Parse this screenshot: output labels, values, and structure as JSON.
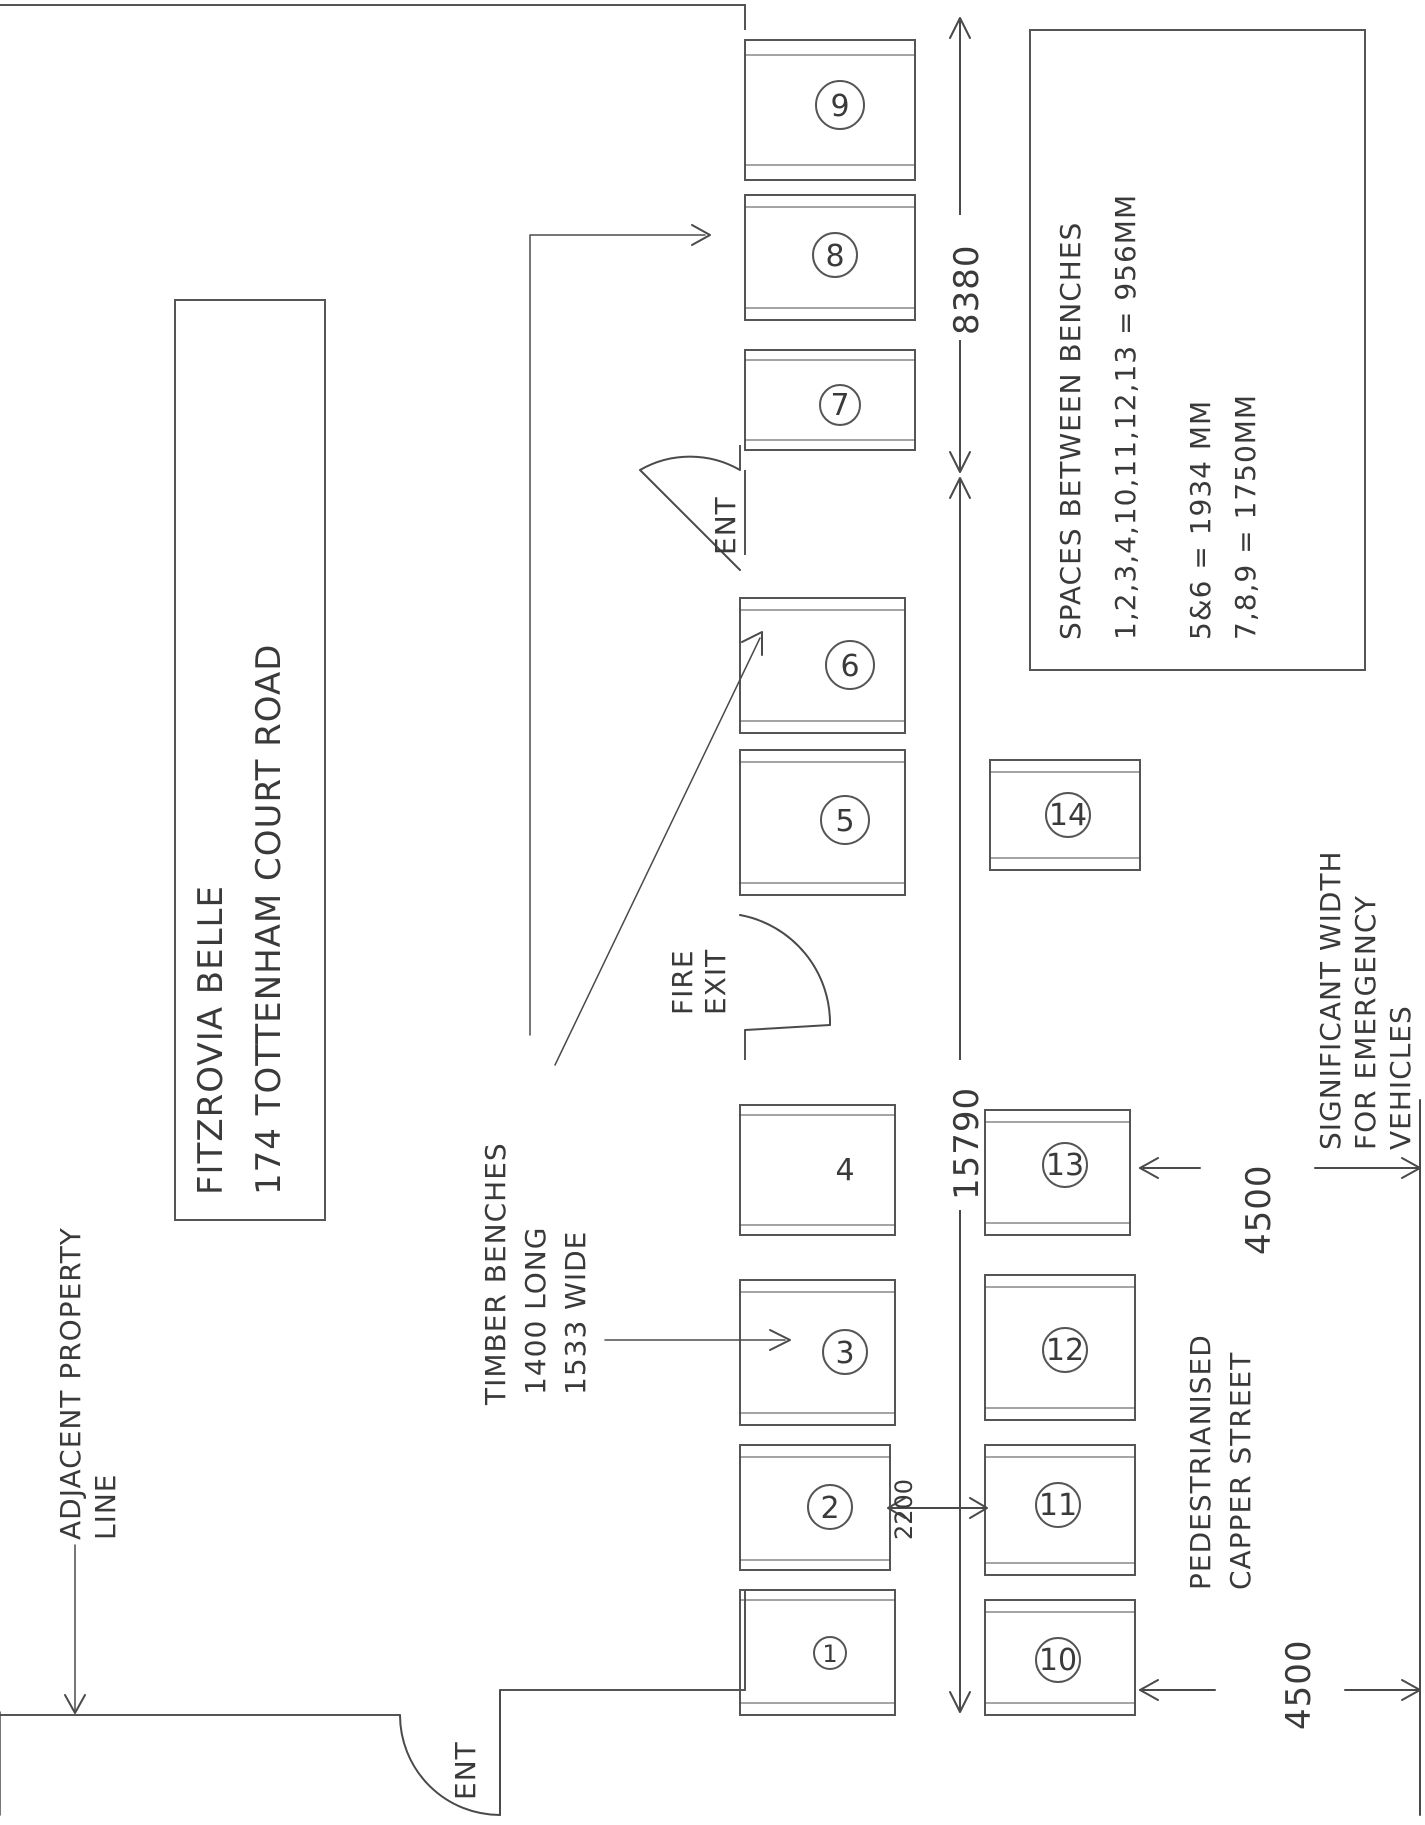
{
  "title": {
    "name": "FITZROVIA BELLE",
    "address": "174 TOTTENHAM COURT ROAD"
  },
  "labels": {
    "adjacent_1": "ADJACENT PROPERTY",
    "adjacent_2": "LINE",
    "timber_1": "TIMBER BENCHES",
    "timber_2": "1400 LONG",
    "timber_3": "1533 WIDE",
    "ent_main": "ENT",
    "ent_side": "ENT",
    "fire_1": "FIRE",
    "fire_2": "EXIT",
    "street_1": "PEDESTRIANISED",
    "street_2": "CAPPER STREET",
    "emerg_1": "SIGNIFICANT WIDTH",
    "emerg_2": "FOR EMERGENCY",
    "emerg_3": "VEHICLES"
  },
  "dimensions": {
    "d8380": "8380",
    "d15790": "15790",
    "d4500_left": "4500",
    "d4500_right": "4500",
    "d2200": "2200"
  },
  "legend": {
    "line1": "SPACES BETWEEN BENCHES",
    "line2": "1,2,3,4,10,11,12,13 = 956MM",
    "line3": "5&6 = 1934 MM",
    "line4": "7,8,9 = 1750MM"
  },
  "benches": [
    "1",
    "2",
    "3",
    "4",
    "5",
    "6",
    "7",
    "8",
    "9",
    "10",
    "11",
    "12",
    "13",
    "14"
  ]
}
